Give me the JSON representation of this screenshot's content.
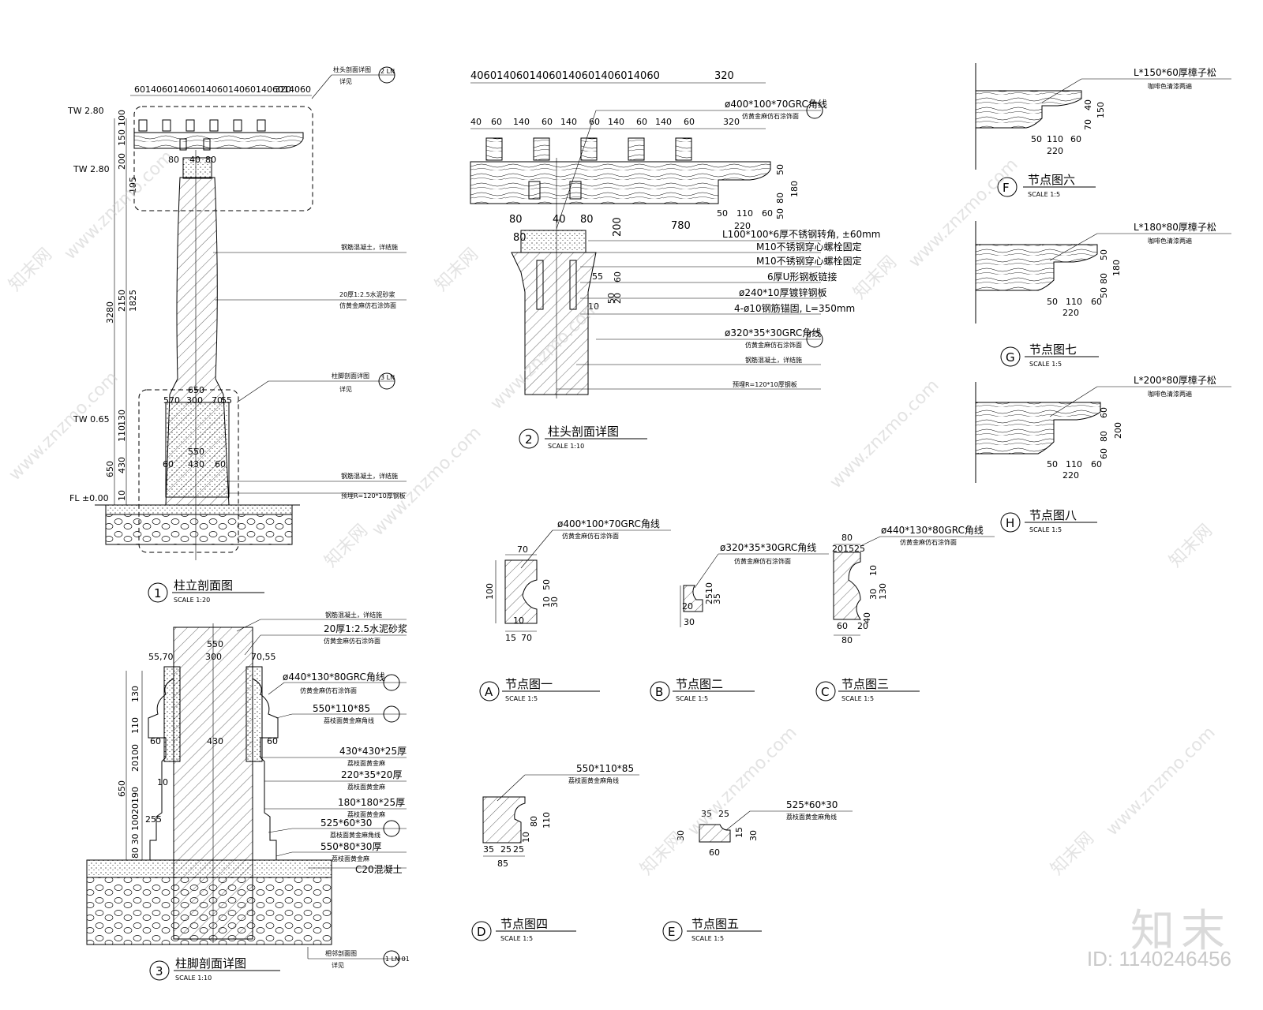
{
  "watermark": {
    "site": "www.znzmo.com",
    "brand": "知末",
    "site_cn": "知末网",
    "id_text": "ID: 1140246456"
  },
  "views": {
    "v1": {
      "num": "1",
      "title": "柱立剖面图",
      "scale": "SCALE 1:20"
    },
    "v2": {
      "num": "2",
      "title": "柱头剖面详图",
      "scale": "SCALE 1:10"
    },
    "v3": {
      "num": "3",
      "title": "柱脚剖面详图",
      "scale": "SCALE 1:10"
    },
    "A": {
      "num": "A",
      "title": "节点图一",
      "scale": "SCALE 1:5"
    },
    "B": {
      "num": "B",
      "title": "节点图二",
      "scale": "SCALE 1:5"
    },
    "C": {
      "num": "C",
      "title": "节点图三",
      "scale": "SCALE 1:5"
    },
    "D": {
      "num": "D",
      "title": "节点图四",
      "scale": "SCALE 1:5"
    },
    "E": {
      "num": "E",
      "title": "节点图五",
      "scale": "SCALE 1:5"
    },
    "F": {
      "num": "F",
      "title": "节点图六",
      "scale": "SCALE 1:5"
    },
    "G": {
      "num": "G",
      "title": "节点图七",
      "scale": "SCALE 1:5"
    },
    "H": {
      "num": "H",
      "title": "节点图八",
      "scale": "SCALE 1:5"
    }
  },
  "v1": {
    "top_dims": "60140601406014060140601406014060",
    "top_dim_end": "320",
    "levels": [
      "TW 2.80",
      "TW 2.80",
      "TW 0.65",
      "FL ±0.00"
    ],
    "vert_dims": [
      "3280",
      "2150",
      "1825",
      "195",
      "650",
      "430",
      "110",
      "130",
      "10",
      "200",
      "150",
      "100"
    ],
    "dims_mid": [
      "80",
      "40",
      "80",
      "650",
      "570",
      "300",
      "70",
      "55",
      "550",
      "60",
      "430",
      "60"
    ],
    "callout_head": "柱头剖面详图",
    "callout_head_sub": "详见",
    "callout_head_ref": "2 LN",
    "callout_base": "柱脚剖面详图",
    "callout_base_sub": "详见",
    "callout_base_ref": "3 LN",
    "notes": [
      "钢筋混凝土，详结施",
      "20厚1:2.5水泥砂浆",
      "仿黄金麻仿石涂饰面",
      "钢筋混凝土，详结施",
      "预埋R=120*10厚钢板"
    ]
  },
  "v2": {
    "top_dims": "40601406014060140601406014060",
    "top_dim_end": "320",
    "row2": [
      "40",
      "60",
      "140",
      "60",
      "140",
      "60",
      "140",
      "60",
      "140",
      "60",
      "320"
    ],
    "beam_dims": [
      "50",
      "80",
      "50",
      "180"
    ],
    "dims_a": [
      "50",
      "110",
      "60",
      "220"
    ],
    "dims_b": [
      "80",
      "40",
      "80",
      "780",
      "200",
      "80"
    ],
    "dims_c": [
      "55",
      "60",
      "50",
      "20",
      "10"
    ],
    "notes": [
      "ø400*100*70GRC角线",
      "仿黄金麻仿石涂饰面",
      "L100*100*6厚不锈钢转角, ±60mm",
      "M10不锈钢穿心螺栓固定",
      "M10不锈钢穿心螺栓固定",
      "6厚U形钢板链接",
      "ø240*10厚镀锌钢板",
      "4-ø10钢筋锚固, L=350mm",
      "ø320*35*30GRC角线",
      "仿黄金麻仿石涂饰面",
      "钢筋混凝土，详结施",
      "预埋R=120*10厚钢板"
    ]
  },
  "v3": {
    "dims_top": [
      "550",
      "55,70",
      "300",
      "70,55"
    ],
    "dims_mid": [
      "60",
      "430",
      "60"
    ],
    "left_dims": [
      "130",
      "110",
      "20100",
      "190",
      "650",
      "10020",
      "80 30",
      "255",
      "10",
      "30"
    ],
    "notes": [
      "钢筋混凝土，详结施",
      "20厚1:2.5水泥砂浆",
      "仿黄金麻仿石涂饰面",
      "ø440*130*80GRC角线",
      "仿黄金麻仿石涂饰面",
      "550*110*85",
      "荔枝面黄金麻角线",
      "430*430*25厚",
      "荔枝面黄金麻",
      "220*35*20厚",
      "荔枝面黄金麻",
      "180*180*25厚",
      "荔枝面黄金麻",
      "525*60*30",
      "荔枝面黄金麻角线",
      "550*80*30厚",
      "荔枝面黄金麻",
      "C20混凝土"
    ],
    "callout_bottom": "相邻剖面图",
    "callout_bottom_sub": "详见",
    "callout_bottom_ref": "1 LN 01"
  },
  "A": {
    "note": "ø400*100*70GRC角线",
    "note2": "仿黄金麻仿石涂饰面",
    "dims": [
      "70",
      "100",
      "50",
      "10",
      "30",
      "10",
      "70",
      "15"
    ]
  },
  "B": {
    "note": "ø320*35*30GRC角线",
    "note2": "仿黄金麻仿石涂饰面",
    "dims": [
      "10",
      "25",
      "35",
      "20",
      "30"
    ]
  },
  "C": {
    "note": "ø440*130*80GRC角线",
    "note2": "仿黄金麻仿石涂饰面",
    "dims": [
      "80",
      "20",
      "15",
      "25",
      "10",
      "30",
      "130",
      "40",
      "60",
      "20",
      "80"
    ]
  },
  "D": {
    "note": "550*110*85",
    "note2": "荔枝面黄金麻角线",
    "dims": [
      "80",
      "110",
      "35",
      "25",
      "25",
      "85",
      "10"
    ]
  },
  "E": {
    "note": "525*60*30",
    "note2": "荔枝面黄金麻角线",
    "dims": [
      "35",
      "25",
      "30",
      "30",
      "15",
      "60"
    ]
  },
  "F": {
    "note": "L*150*60厚樟子松",
    "note2": "咖啡色清漆两遍",
    "dims": [
      "40",
      "70",
      "150",
      "50",
      "110",
      "60",
      "220"
    ]
  },
  "G": {
    "note": "L*180*80厚樟子松",
    "note2": "咖啡色清漆两遍",
    "dims": [
      "50",
      "80",
      "50",
      "180",
      "50",
      "110",
      "60",
      "220"
    ]
  },
  "H": {
    "note": "L*200*80厚樟子松",
    "note2": "咖啡色清漆两遍",
    "dims": [
      "60",
      "80",
      "60",
      "200",
      "50",
      "110",
      "60",
      "220"
    ]
  }
}
